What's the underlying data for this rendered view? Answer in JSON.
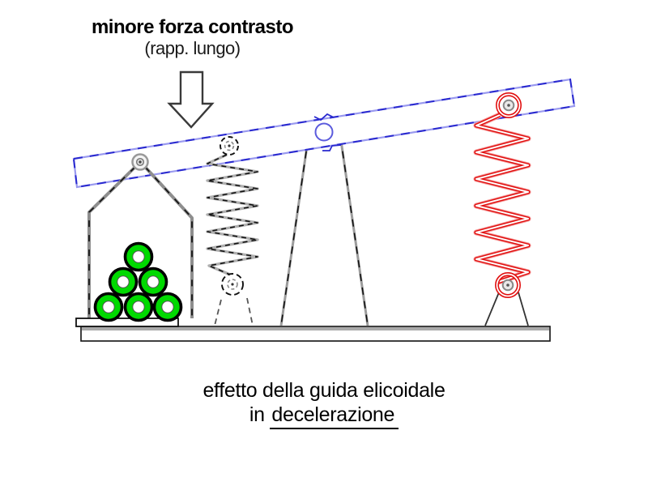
{
  "labels": {
    "top_title": "minore forza contrasto",
    "top_subtitle": "(rapp. lungo)",
    "caption_line1": "effetto della guida elicoidale",
    "caption_line2_prefix": "in ",
    "caption_line2_underlined": "decelerazione"
  },
  "icons": {
    "down_arrow": "hollow-down-arrow"
  },
  "colors": {
    "beam_blue_dark": "#2929cf",
    "beam_blue_light": "#9a9aef",
    "spring_red": "#e11111",
    "weight_green": "#00d900",
    "structure_gray": "#999999",
    "ground_gray": "#aaaaaa",
    "ink_black": "#000000"
  }
}
